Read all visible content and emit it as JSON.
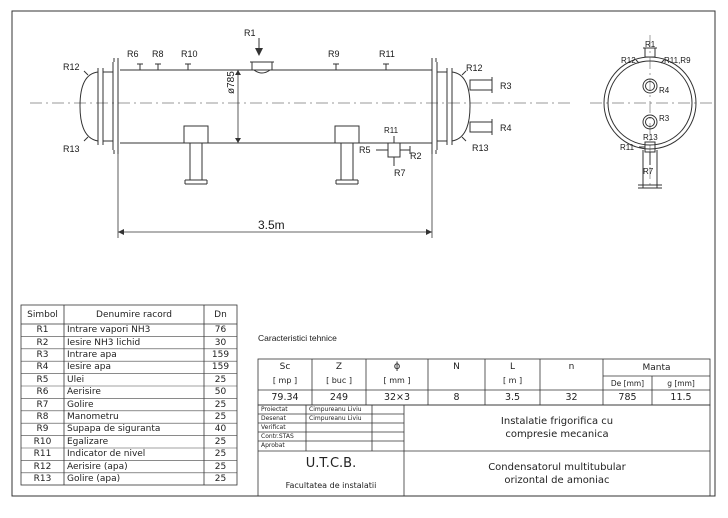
{
  "labels": {
    "r1": "R1",
    "r2": "R2",
    "r3": "R3",
    "r4": "R4",
    "r5": "R5",
    "r6": "R6",
    "r7": "R7",
    "r8": "R8",
    "r9": "R9",
    "r10": "R10",
    "r11": "R11",
    "r12": "R12",
    "r13": "R13",
    "r11r9": "R11,R9"
  },
  "dimensions": {
    "diameter": "ø785",
    "length": "3.5m"
  },
  "parts_table": {
    "headers": [
      "Simbol",
      "Denumire racord",
      "Dn"
    ],
    "rows": [
      [
        "R1",
        "Intrare vapori NH3",
        "76"
      ],
      [
        "R2",
        "Iesire NH3 lichid",
        "30"
      ],
      [
        "R3",
        "Intrare apa",
        "159"
      ],
      [
        "R4",
        "Iesire apa",
        "159"
      ],
      [
        "R5",
        "Ulei",
        "25"
      ],
      [
        "R6",
        "Aerisire",
        "50"
      ],
      [
        "R7",
        "Golire",
        "25"
      ],
      [
        "R8",
        "Manometru",
        "25"
      ],
      [
        "R9",
        "Supapa de siguranta",
        "40"
      ],
      [
        "R10",
        "Egalizare",
        "25"
      ],
      [
        "R11",
        "Indicator de nivel",
        "25"
      ],
      [
        "R12",
        "Aerisire (apa)",
        "25"
      ],
      [
        "R13",
        "Golire (apa)",
        "25"
      ]
    ]
  },
  "tech": {
    "title": "Caracteristici tehnice",
    "sc": "Sc",
    "sc_unit": "[ mp ]",
    "sc_val": "79.34",
    "z": "Z",
    "z_unit": "[ buc ]",
    "z_val": "249",
    "phi": "ϕ",
    "phi_unit": "[ mm ]",
    "phi_val": "32×3",
    "n_big": "N",
    "n_big_val": "8",
    "l": "L",
    "l_unit": "[ m ]",
    "l_val": "3.5",
    "n_small": "n",
    "n_small_val": "32",
    "manta": "Manta",
    "de": "De [mm]",
    "de_val": "785",
    "g": "g [mm]",
    "g_val": "11.5"
  },
  "title_block": {
    "proiectat": "Proiectat",
    "proiectat_name": "Cimpureanu Liviu",
    "desenat": "Desenat",
    "desenat_name": "Cimpureanu Liviu",
    "verificat": "Verificat",
    "contrstas": "Contr.STAS",
    "aprobat": "Aprobat",
    "school": "U.T.C.B.",
    "faculty": "Facultatea de instalatii",
    "project": "Instalatie frigorifica cu\ncompresie mecanica",
    "drawing": "Condensatorul multitubular\norizontal de amoniac"
  }
}
